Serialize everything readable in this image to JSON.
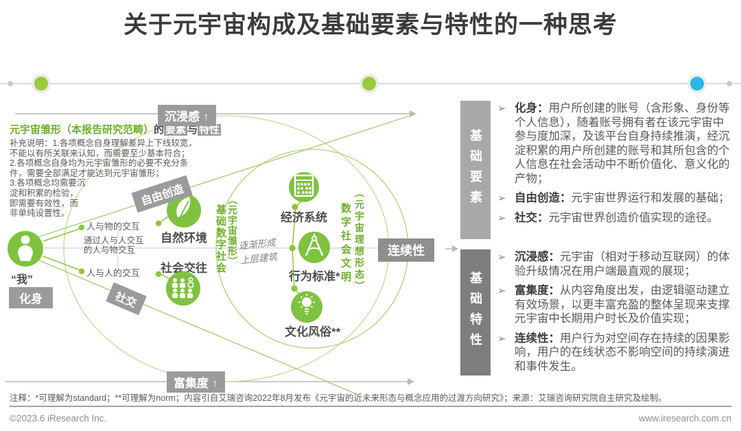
{
  "title": "关于元宇宙构成及基础要素与特性的一种思考",
  "intro": {
    "heading_green": "元宇宙雏形（本报告研究范畴）",
    "heading_plain1": "的",
    "heading_hl1": "要素",
    "heading_plain2": "与",
    "heading_hl2": "特性",
    "note": "补充说明：1.各项概念自身理解差异上下线较宽，\n不能以有所关联来认知，而需要至少基本符合；\n2.各项概念自身均为元宇宙雏形的必要不充分条\n件，需要全部满足才能达到元宇宙雏形；\n3.各项概念均需要沉\n淀和积累的检验，\n即需要有效性，而\n非单纯设置性。"
  },
  "axes": {
    "immersion": "沉浸感",
    "richness": "富集度",
    "continuity": "连续性",
    "up_arrow": "↑"
  },
  "diagram": {
    "me_label": "“我”",
    "me_badge": "化身",
    "free_creation_badge": "自由创造",
    "social_badge": "社交",
    "interaction_row1": "人与物的交互",
    "interaction_row2": "通过人与人交互\n的人与物交互",
    "interaction_row3": "人与人的交互",
    "node_nature": "自然环境",
    "node_social": "社会交往",
    "node_economy": "经济系统",
    "node_behavior": "行为标准*",
    "node_culture": "文化风俗**",
    "vleft_main": "基础数字社会",
    "vleft_paren": "（元宇宙雏形）",
    "vright_main": "数字社会文明",
    "vright_paren": "（元宇宙理想形态）",
    "transition": "逐渐形成\n上层建筑"
  },
  "panel": {
    "bullet": "➢",
    "elements": {
      "strip": "基础要素",
      "items": [
        {
          "term": "化身：",
          "desc": "用户所创建的账号（含形象、身份等个人信息），随着账号拥有者在该元宇宙中参与度加深，及该平台自身持续推演，经沉淀积累的用户所创建的账号和其所包含的个人信息在社会活动中不断价值化、意义化的产物；"
        },
        {
          "term": "自由创造：",
          "desc": "元宇宙世界运行和发展的基础；"
        },
        {
          "term": "社交：",
          "desc": "元宇宙世界创造价值实现的途径。"
        }
      ]
    },
    "features": {
      "strip": "基础特性",
      "items": [
        {
          "term": "沉浸感：",
          "desc": "元宇宙（相对于移动互联网）的体验升级情况在用户端最直观的展现；"
        },
        {
          "term": "富集度：",
          "desc": "从内容角度出发，由逻辑驱动建立有效场景，以更丰富充盈的整体呈现来支撑元宇宙中长期用户时长及价值实现；"
        },
        {
          "term": "连续性：",
          "desc": "用户行为对空间存在持续的因果影响，用户的在线状态不影响空间的持续演进和事件发生。"
        }
      ]
    }
  },
  "footnote": "注释：*可理解为standard；**可理解为norm；内容引自艾瑞咨询2022年8月发布《元宇宙的近未来形态与概念应用的过渡方向研究》；来源：艾瑞咨询研究院自主研究及绘制。",
  "footer": {
    "left": "©2023.6 iResearch Inc.",
    "right": "www.iresearch.com.cn"
  },
  "colors": {
    "green": "#7fc241",
    "light_green": "#bedd97",
    "cyan": "#2bb8e6",
    "badge_gray": "#9b9b9b",
    "strip_light": "#a8a8a8",
    "strip_dark": "#7e7e7e"
  }
}
